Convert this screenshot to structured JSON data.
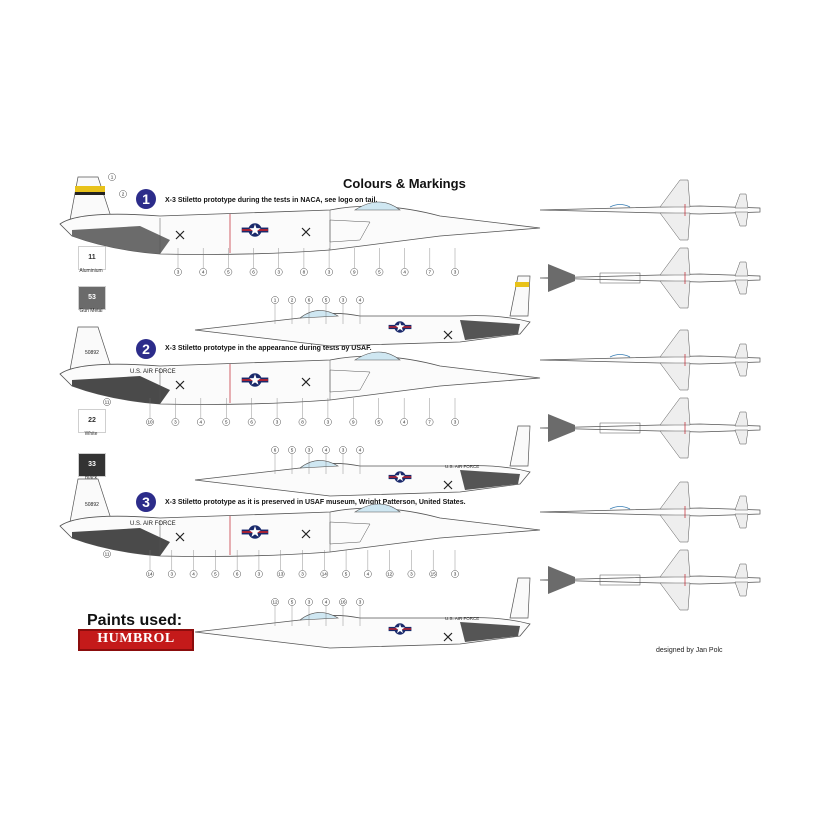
{
  "title": "Colours & Markings",
  "schemes": [
    {
      "number": "1",
      "caption": "X-3 Stiletto prototype during the tests in NACA, see logo on tail.",
      "upper_callouts": [
        "3",
        "4",
        "5",
        "6",
        "3",
        "8",
        "3",
        "9",
        "5",
        "4",
        "7",
        "3"
      ],
      "lower_callouts": [
        "1",
        "2",
        "6",
        "5",
        "3",
        "4"
      ],
      "tail_callouts": [
        "1",
        "2"
      ],
      "side_letters": "",
      "serial": ""
    },
    {
      "number": "2",
      "caption": "X-3 Stiletto prototype in the appearance during tests by USAF.",
      "upper_callouts": [
        "10",
        "3",
        "4",
        "5",
        "6",
        "3",
        "8",
        "3",
        "9",
        "5",
        "4",
        "7",
        "3"
      ],
      "lower_callouts": [
        "6",
        "5",
        "3",
        "4",
        "3",
        "4"
      ],
      "tail_callouts": [
        "11"
      ],
      "side_letters": "U.S. AIR FORCE",
      "serial": "50892"
    },
    {
      "number": "3",
      "caption": "X-3 Stiletto prototype as it is preserved in USAF museum, Wright Patterson, United States.",
      "upper_callouts": [
        "14",
        "3",
        "4",
        "5",
        "6",
        "3",
        "13",
        "3",
        "14",
        "5",
        "4",
        "12",
        "3",
        "15",
        "3"
      ],
      "lower_callouts": [
        "12",
        "5",
        "3",
        "4",
        "16",
        "3"
      ],
      "tail_callouts": [
        "11"
      ],
      "side_letters": "U.S. AIR FORCE",
      "serial": "50892"
    }
  ],
  "paints": [
    {
      "code": "11",
      "name": "Aluminium",
      "color": "#ffffff",
      "text_color": "#333333"
    },
    {
      "code": "53",
      "name": "Gun Metal",
      "color": "#6b6b6b",
      "text_color": "#ffffff"
    },
    {
      "code": "22",
      "name": "White",
      "color": "#ffffff",
      "text_color": "#333333"
    },
    {
      "code": "33",
      "name": "Black",
      "color": "#333333",
      "text_color": "#ffffff"
    }
  ],
  "paints_used_label": "Paints used:",
  "brand": "HUMBROL",
  "credit": "designed by Jan Polc",
  "colors": {
    "badge": "#2c2c8a",
    "brand_red": "#c41a1a",
    "naca_yellow": "#e8c21a",
    "line": "#555555"
  }
}
